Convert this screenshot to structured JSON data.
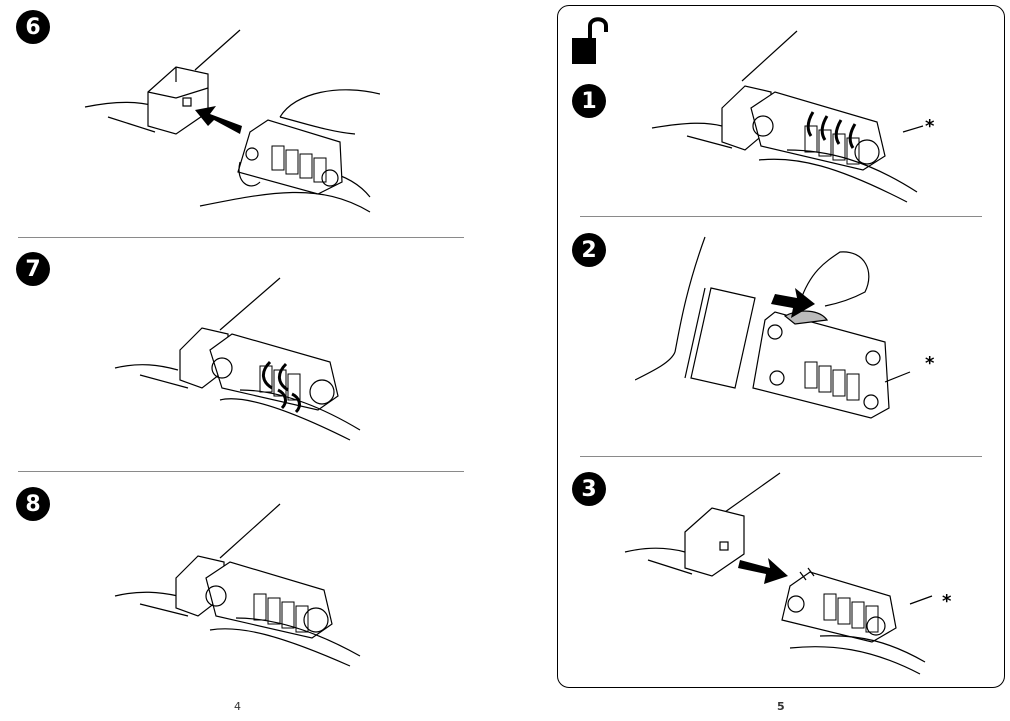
{
  "left_page": {
    "steps": [
      {
        "number": "6",
        "icon": "lock-insert-arrow-illustration"
      },
      {
        "number": "7",
        "icon": "scramble-dials-illustration"
      },
      {
        "number": "8",
        "icon": "locked-illustration"
      }
    ],
    "page_number": "4"
  },
  "right_page": {
    "header_icon": "unlocked-padlock-icon",
    "steps": [
      {
        "number": "1",
        "icon": "set-code-illustration",
        "asterisk": "*"
      },
      {
        "number": "2",
        "icon": "press-release-button-illustration",
        "asterisk": "*"
      },
      {
        "number": "3",
        "icon": "remove-lock-illustration",
        "asterisk": "*"
      }
    ],
    "page_number": "5"
  }
}
